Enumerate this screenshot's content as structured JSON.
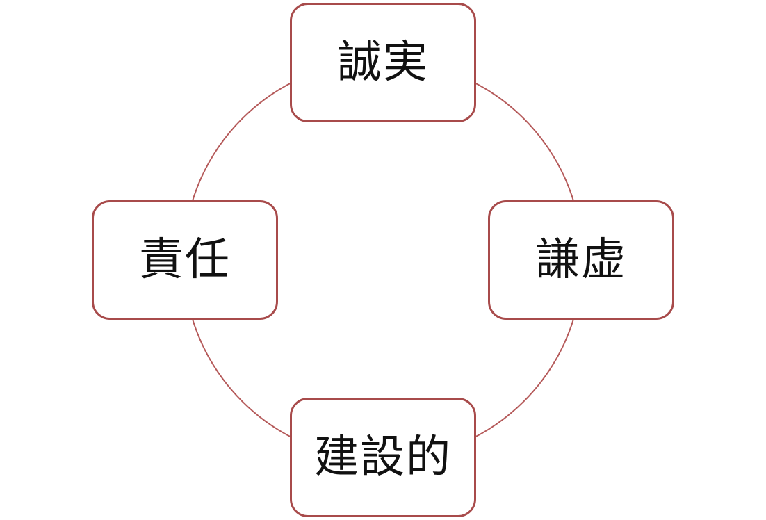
{
  "diagram": {
    "type": "cycle",
    "nodes": [
      {
        "label": "誠実"
      },
      {
        "label": "謙虚"
      },
      {
        "label": "建設的"
      },
      {
        "label": "責任"
      }
    ]
  },
  "colors": {
    "ring_stroke": "#b55a5a",
    "node_border": "#a84b4b",
    "background": "#ffffff",
    "text": "#111111"
  }
}
